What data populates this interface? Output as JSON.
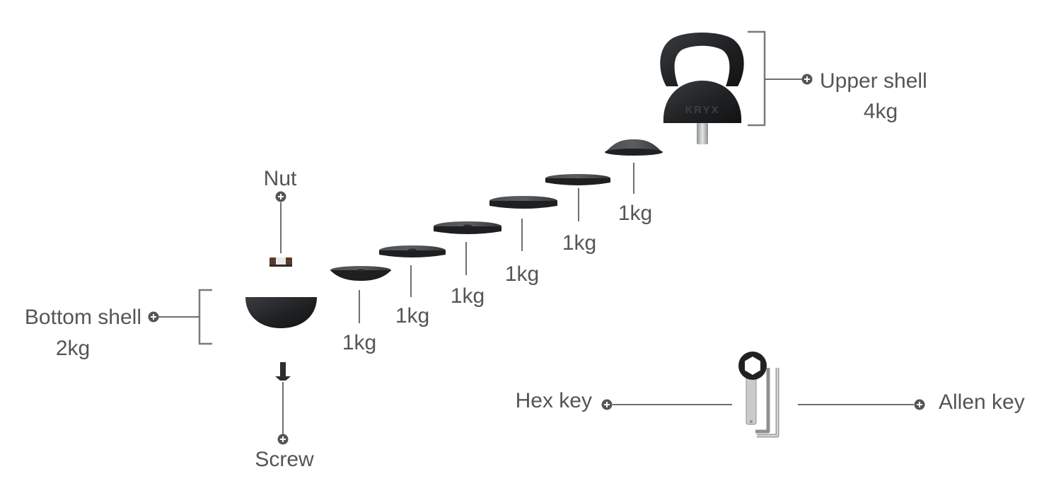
{
  "diagram": {
    "parts": {
      "upper_shell": {
        "name": "Upper shell",
        "weight": "4kg"
      },
      "bottom_shell": {
        "name": "Bottom shell",
        "weight": "2kg"
      },
      "nut": {
        "name": "Nut"
      },
      "screw": {
        "name": "Screw"
      },
      "hex_key": {
        "name": "Hex key"
      },
      "allen_key": {
        "name": "Allen key"
      },
      "logo_text": "KRYX",
      "plates": [
        {
          "weight": "1kg"
        },
        {
          "weight": "1kg"
        },
        {
          "weight": "1kg"
        },
        {
          "weight": "1kg"
        },
        {
          "weight": "1kg"
        },
        {
          "weight": "1kg"
        }
      ]
    },
    "colors": {
      "label_text": "#555555",
      "line": "#6f6f6f",
      "iron": "#1f2123",
      "steel": "#bfc2c4"
    }
  }
}
